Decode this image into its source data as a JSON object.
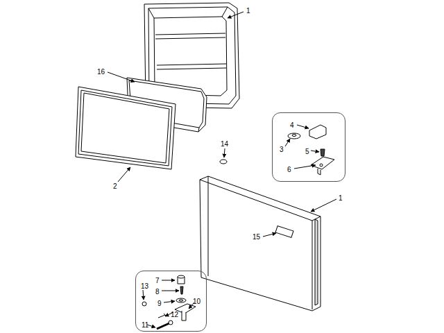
{
  "diagram": {
    "nodes": [
      {
        "text": [
          "4",
          "3",
          "5",
          "6"
        ]
      },
      {
        "text": [
          "7",
          "13",
          "8",
          "9",
          "10",
          "12",
          "11"
        ]
      }
    ],
    "labels": [
      "1",
      "16",
      "2",
      "14",
      "1",
      "15"
    ]
  }
}
